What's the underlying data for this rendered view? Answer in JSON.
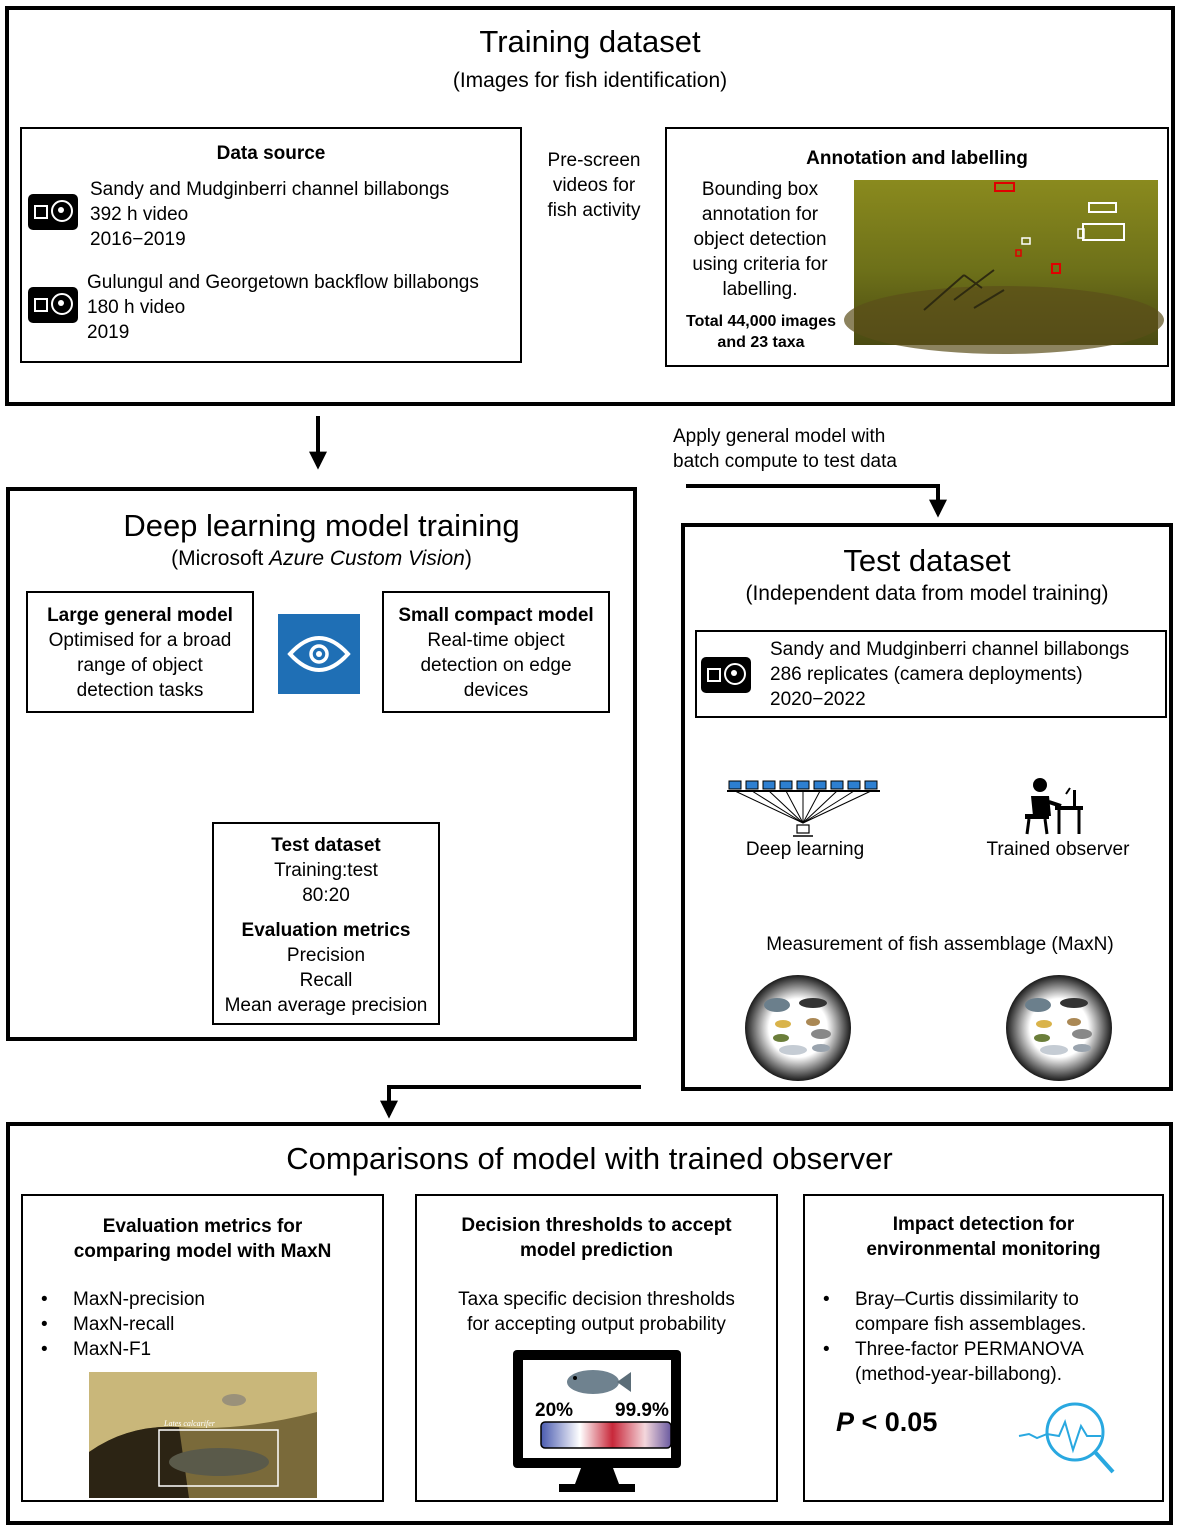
{
  "training": {
    "title": "Training dataset",
    "subtitle": "(Images for fish identification)",
    "data_source": {
      "heading": "Data source",
      "src1": [
        "Sandy and Mudginberri channel billabongs",
        "392 h video",
        "2016−2019"
      ],
      "src2": [
        "Gulungul and Georgetown backflow billabongs",
        "180 h video",
        "2019"
      ]
    },
    "prescreen": [
      "Pre-screen",
      "videos for",
      "fish activity"
    ],
    "annotation": {
      "heading": "Annotation and labelling",
      "lines": [
        "Bounding box",
        "annotation for",
        "object detection",
        "using criteria for",
        "labelling."
      ],
      "total": [
        "Total 44,000 images",
        "and 23 taxa"
      ]
    }
  },
  "apply_note": [
    "Apply general model with",
    "batch compute to test data"
  ],
  "deep": {
    "title": "Deep learning model training",
    "subtitle_prefix": "(Microsoft ",
    "subtitle_italic": "Azure Custom Vision",
    "subtitle_suffix": ")",
    "large": {
      "heading": "Large general model",
      "lines": [
        "Optimised for a broad",
        "range of object",
        "detection tasks"
      ]
    },
    "small": {
      "heading": "Small compact model",
      "lines": [
        "Real-time object",
        "detection on edge",
        "devices"
      ]
    },
    "test": {
      "heading": "Test dataset",
      "lines": [
        "Training:test",
        "80:20"
      ]
    },
    "eval": {
      "heading": "Evaluation metrics",
      "lines": [
        "Precision",
        "Recall",
        "Mean average precision"
      ]
    }
  },
  "testds": {
    "title": "Test dataset",
    "subtitle": "(Independent data from model training)",
    "source": [
      "Sandy and Mudginberri channel billabongs",
      "286 replicates (camera deployments)",
      "2020−2022"
    ],
    "deep_label": "Deep learning",
    "observer_label": "Trained observer",
    "measurement": "Measurement of fish assemblage (MaxN)"
  },
  "comparisons": {
    "title": "Comparisons of model with trained observer",
    "box1": {
      "heading": [
        "Evaluation metrics for",
        "comparing model with MaxN"
      ],
      "items": [
        "MaxN-precision",
        "MaxN-recall",
        "MaxN-F1"
      ],
      "photo_label": "Lates calcarifer"
    },
    "box2": {
      "heading": [
        "Decision thresholds to accept",
        "model prediction"
      ],
      "lines": [
        "Taxa specific decision thresholds",
        "for accepting output probability"
      ],
      "low": "20%",
      "high": "99.9%"
    },
    "box3": {
      "heading": [
        "Impact detection for",
        "environmental monitoring"
      ],
      "items": [
        "Bray–Curtis dissimilarity to",
        "compare fish assemblages.",
        "Three-factor PERMANOVA",
        "(method-year-billabong)."
      ],
      "p_symbol": "P",
      "p_value": " < 0.05"
    }
  },
  "colors": {
    "azure_blue": "#1f6fb5",
    "red_box": "#e00000",
    "scope_blue": "#29a8e0"
  },
  "icons": [
    "camera-icon",
    "azure-eye-icon",
    "neural-network-icon",
    "observer-desk-icon",
    "monitor-icon",
    "magnifier-signal-icon"
  ]
}
